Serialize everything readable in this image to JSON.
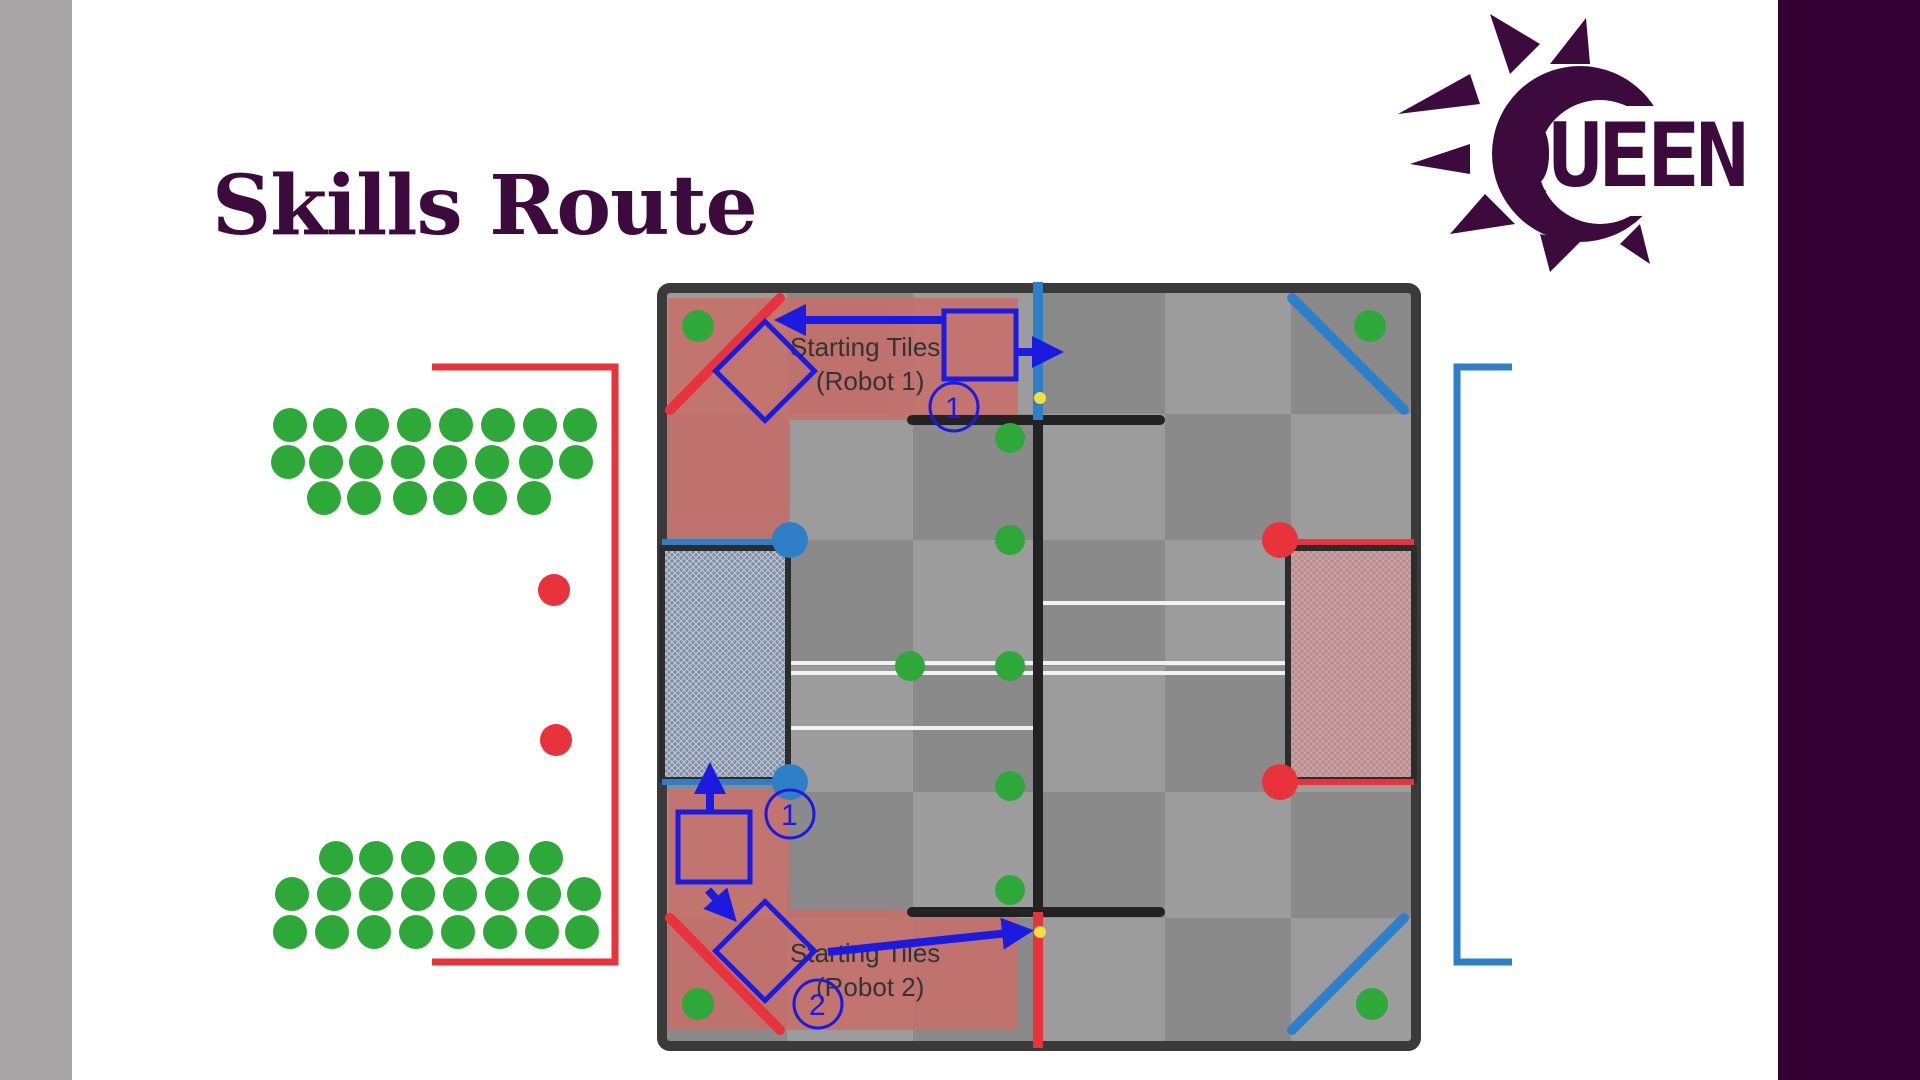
{
  "slide": {
    "title": "Skills Route"
  },
  "logo": {
    "text": "QUEEN",
    "icon": "gear-icon",
    "color": "#3c0a3c"
  },
  "field": {
    "tiles": [
      {
        "line1": "Starting Tiles",
        "line2": "(Robot 1)"
      },
      {
        "line1": "Starting Tiles",
        "line2": "(Robot 2)"
      }
    ],
    "steps": [
      "1",
      "1",
      "2"
    ],
    "colors": {
      "red_alliance": "#e8323c",
      "blue_alliance": "#2f7fc8",
      "route": "#1a1ae0",
      "triball": "#2fa83a"
    }
  },
  "theme": {
    "sidebar_left": "#a6a4a5",
    "sidebar_right": "#330033",
    "title_color": "#3c0a3c"
  }
}
